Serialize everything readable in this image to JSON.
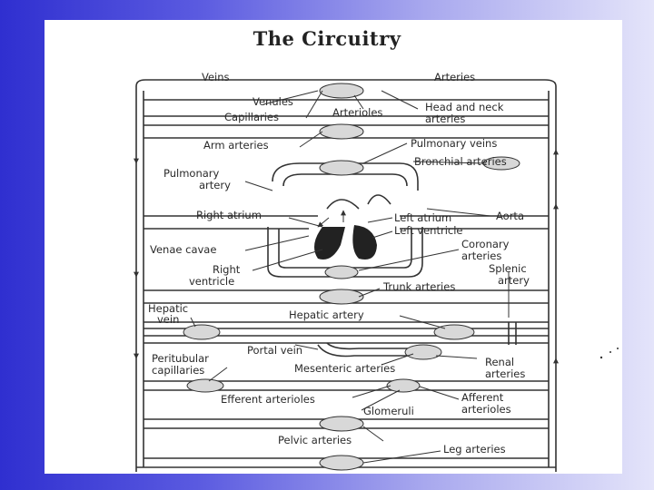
{
  "title": "The Circuitry",
  "labels": {
    "veins": "Veins",
    "arteries": "Arteries",
    "venules": "Venules",
    "capillaries": "Capillaries",
    "arterioles": "Arterioles",
    "head_neck_1": "Head and neck",
    "head_neck_2": "arteries",
    "arm_arteries": "Arm arteries",
    "pulmonary_veins": "Pulmonary veins",
    "bronchial_arteries": "Bronchial arteries",
    "pulmonary_artery_1": "Pulmonary",
    "pulmonary_artery_2": "artery",
    "right_atrium": "Right atrium",
    "left_atrium": "Left atrium",
    "aorta": "Aorta",
    "left_ventricle": "Left ventricle",
    "venae_cavae": "Venae cavae",
    "coronary_1": "Coronary",
    "coronary_2": "arteries",
    "right_ventricle_1": "Right",
    "right_ventricle_2": "ventricle",
    "splenic_1": "Splenic",
    "splenic_2": "artery",
    "trunk_arteries": "Trunk arteries",
    "hepatic_vein_1": "Hepatic",
    "hepatic_vein_2": "vein",
    "hepatic_artery": "Hepatic artery",
    "portal_vein": "Portal vein",
    "peritubular_1": "Peritubular",
    "peritubular_2": "capillaries",
    "mesenteric_arteries": "Mesenteric arteries",
    "renal_1": "Renal",
    "renal_2": "arteries",
    "efferent_arterioles": "Efferent arterioles",
    "afferent_1": "Afferent",
    "afferent_2": "arterioles",
    "glomeruli": "Glomeruli",
    "pelvic_arteries": "Pelvic arteries",
    "leg_arteries": "Leg arteries"
  }
}
